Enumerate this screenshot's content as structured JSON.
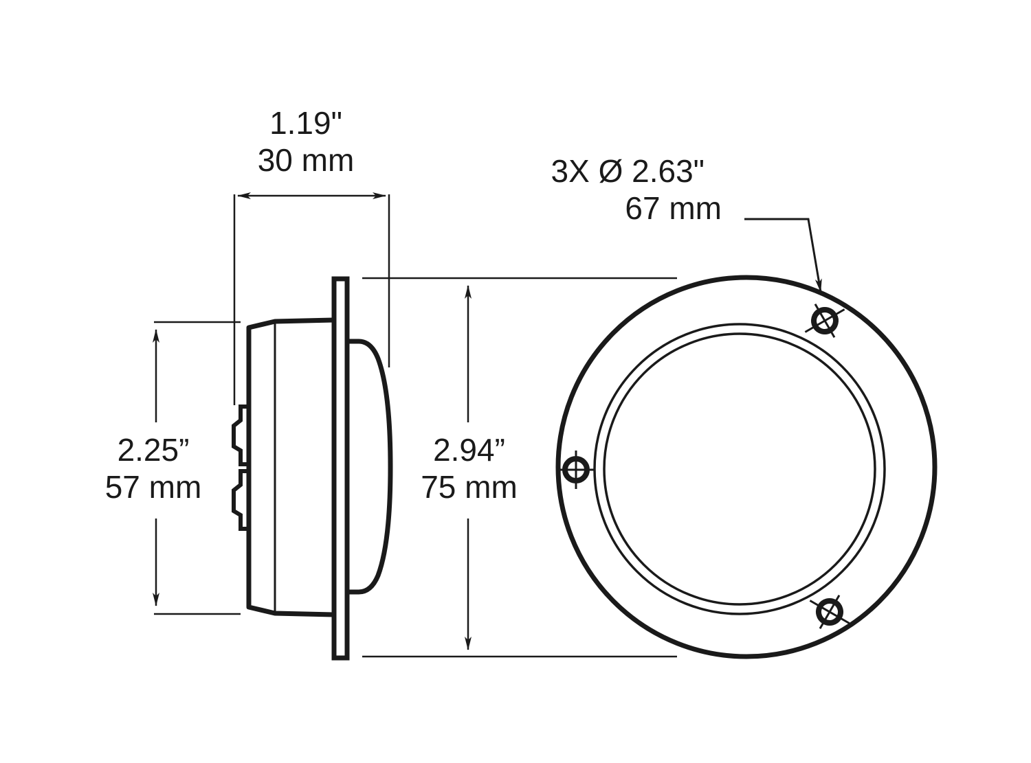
{
  "colors": {
    "ink": "#1a1a1a",
    "background": "#ffffff"
  },
  "dimensions": {
    "depth": {
      "inches": "1.19\"",
      "mm": "30 mm"
    },
    "hole_pattern": {
      "line1": "3X Ø 2.63\"",
      "mm": "67 mm"
    },
    "housing_height": {
      "inches": "2.25”",
      "mm": "57 mm"
    },
    "flange_diameter": {
      "inches": "2.94”",
      "mm": "75 mm"
    }
  },
  "views": {
    "side_view": "side-profile",
    "front_view": "front-flange-with-3-mounting-holes"
  }
}
